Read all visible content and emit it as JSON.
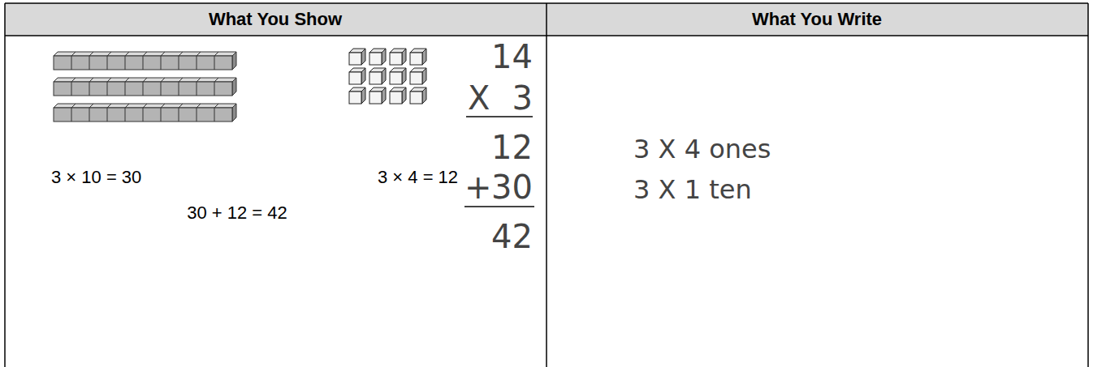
{
  "diagram": {
    "labels": [
      "What You Show",
      "What You Write",
      "3 × 10 = 30",
      "3 × 4 = 12",
      "30 + 12 = 42",
      "14",
      "X",
      "3",
      "12",
      "+",
      "30",
      "42",
      "3 X 4 ones",
      "3 X 1 ten"
    ]
  }
}
